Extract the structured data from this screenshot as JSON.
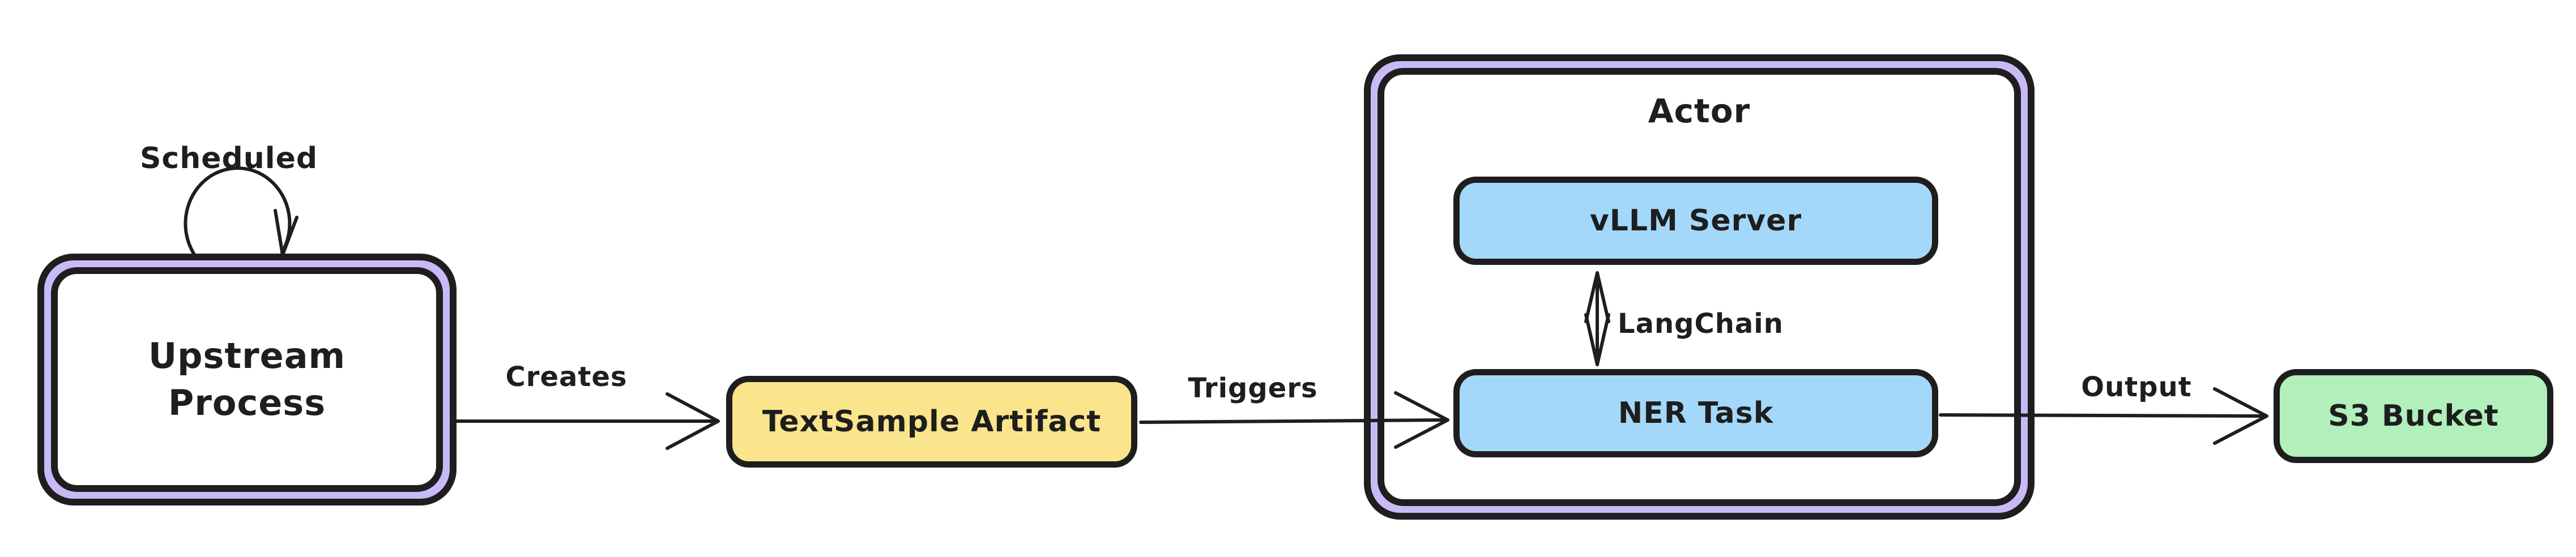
{
  "diagram": {
    "type": "flowchart",
    "background": "#ffffff",
    "colors": {
      "stroke": "#1e1e1e",
      "violet_band": "#c9baf7",
      "yellow_fill": "#fae58c",
      "blue_fill": "#a4d8fa",
      "green_fill": "#b1efbb"
    },
    "nodes": {
      "upstream_process": {
        "label": "Upstream Process",
        "lines": [
          "Upstream",
          "Process"
        ],
        "style": "double-violet-border"
      },
      "textsample_artifact": {
        "label": "TextSample Artifact",
        "fill": "#fae58c"
      },
      "actor": {
        "label": "Actor",
        "style": "double-violet-border-container"
      },
      "vllm_server": {
        "label": "vLLM Server",
        "fill": "#a4d8fa"
      },
      "ner_task": {
        "label": "NER Task",
        "fill": "#a4d8fa"
      },
      "s3_bucket": {
        "label": "S3 Bucket",
        "fill": "#b1efbb"
      }
    },
    "edges": {
      "scheduled": {
        "label": "Scheduled",
        "from": "upstream_process",
        "to": "upstream_process",
        "shape": "self-loop"
      },
      "creates": {
        "label": "Creates",
        "from": "upstream_process",
        "to": "textsample_artifact"
      },
      "triggers": {
        "label": "Triggers",
        "from": "textsample_artifact",
        "to": "ner_task"
      },
      "langchain": {
        "label": "LangChain",
        "from": "vllm_server",
        "to": "ner_task",
        "shape": "double-headed-vertical"
      },
      "output": {
        "label": "Output",
        "from": "ner_task",
        "to": "s3_bucket"
      }
    }
  }
}
